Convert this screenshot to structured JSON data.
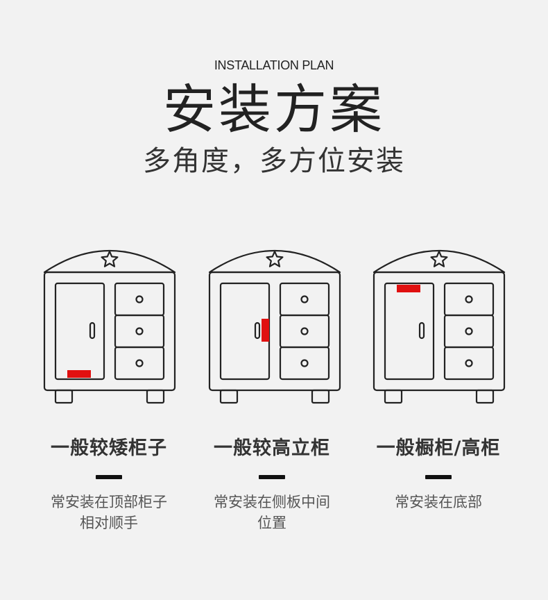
{
  "header": {
    "subtitle_en": "INSTALLATION PLAN",
    "title_cn": "安装方案",
    "tagline_cn": "多角度，多方位安装"
  },
  "accent_color": "#e01010",
  "icons": [
    "star-icon",
    "knob-icon",
    "door-handle-icon"
  ],
  "columns": [
    {
      "title": "一般较矮柜子",
      "desc_line1": "常安装在顶部柜子",
      "desc_line2": "相对顺手",
      "marker_position": "door-bottom"
    },
    {
      "title": "一般较高立柜",
      "desc_line1": "常安装在侧板中间",
      "desc_line2": "位置",
      "marker_position": "door-side-middle"
    },
    {
      "title": "一般橱柜/高柜",
      "desc_line1": "常安装在底部",
      "desc_line2": "",
      "marker_position": "door-top"
    }
  ]
}
